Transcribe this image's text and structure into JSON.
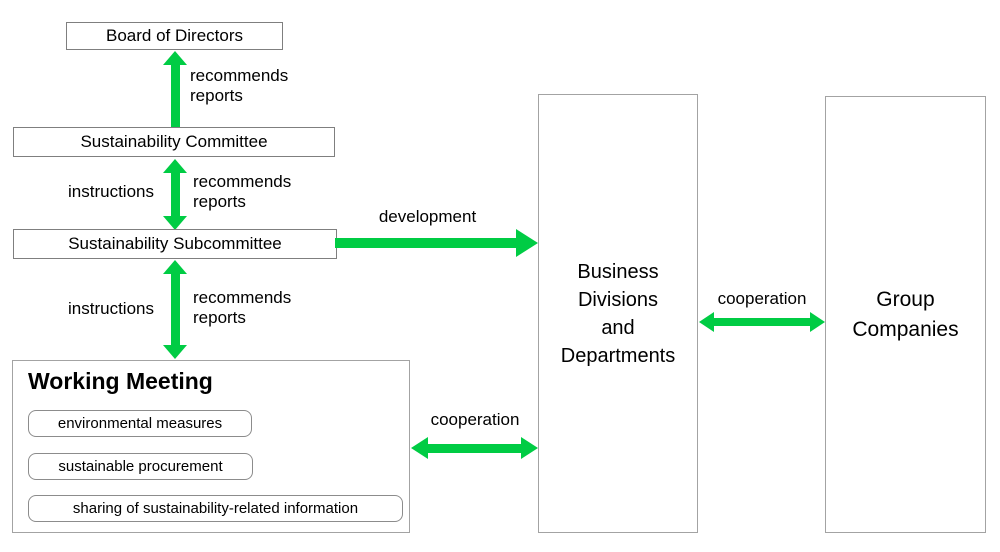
{
  "nodes": {
    "board": {
      "label": "Board of Directors"
    },
    "committee": {
      "label": "Sustainability Committee"
    },
    "subcommittee": {
      "label": "Sustainability Subcommittee"
    },
    "working_meeting": {
      "title": "Working Meeting",
      "items": [
        "environmental measures",
        "sustainable procurement",
        "sharing of sustainability-related information"
      ]
    },
    "business_divisions": {
      "label": "Business\nDivisions\nand\nDepartments"
    },
    "group_companies": {
      "label": "Group\nCompanies"
    }
  },
  "edges": {
    "committee_to_board": {
      "label": "recommends\nreports",
      "direction": "up"
    },
    "committee_subcommittee": {
      "left_label": "instructions",
      "right_label": "recommends\nreports",
      "direction": "both"
    },
    "subcommittee_working_meeting": {
      "left_label": "instructions",
      "right_label": "recommends\nreports",
      "direction": "both"
    },
    "subcommittee_to_business": {
      "label": "development",
      "direction": "right"
    },
    "working_meeting_business": {
      "label": "cooperation",
      "direction": "both"
    },
    "business_group": {
      "label": "cooperation",
      "direction": "both"
    }
  },
  "colors": {
    "arrow": "#00cc44",
    "box_border": "#7f7f7f",
    "panel_border": "#a3a3a3",
    "item_border": "#8c8c8c",
    "text": "#000000",
    "background": "#ffffff"
  }
}
